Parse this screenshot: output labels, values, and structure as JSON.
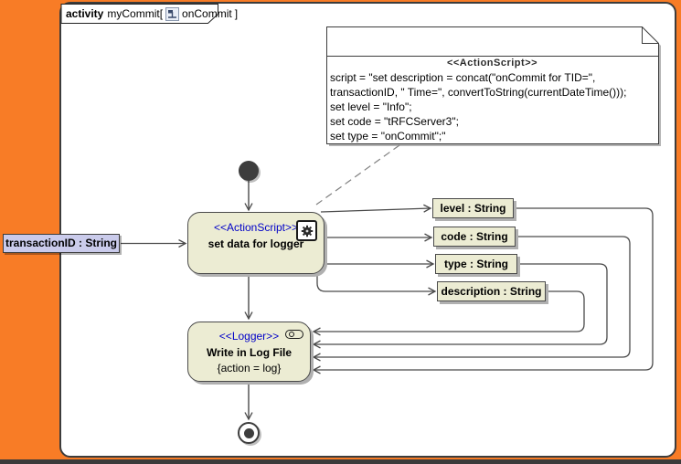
{
  "frame": {
    "tab": {
      "keyword": "activity",
      "activity_name": "myCommit[",
      "diagram_name": "onCommit",
      "closing_bracket": "]"
    }
  },
  "note": {
    "stereotype": "<<ActionScript>>",
    "script_lines": [
      "script = \"set description = concat(\"onCommit for TID=\",",
      "transactionID, \" Time=\", convertToString(currentDateTime()));",
      "set level = \"Info\";",
      "set code = \"tRFCServer3\";",
      "set type = \"onCommit\";\""
    ]
  },
  "action_node": {
    "stereotype": "<<ActionScript>>",
    "name": "set data for logger"
  },
  "logger_node": {
    "stereotype": "<<Logger>>",
    "name": "Write in Log File",
    "constraint": "{action = log}"
  },
  "input_pin": {
    "label": "transactionID : String"
  },
  "output_pins": [
    {
      "label": "level : String"
    },
    {
      "label": "code : String"
    },
    {
      "label": "type : String"
    },
    {
      "label": "description : String"
    }
  ],
  "colors": {
    "background_orange": "#F87C26",
    "node_fill": "#ECECD3",
    "input_pin_fill": "#CACBEB",
    "stereotype_blue": "#0000C8",
    "line_color": "#4a4a4a"
  }
}
